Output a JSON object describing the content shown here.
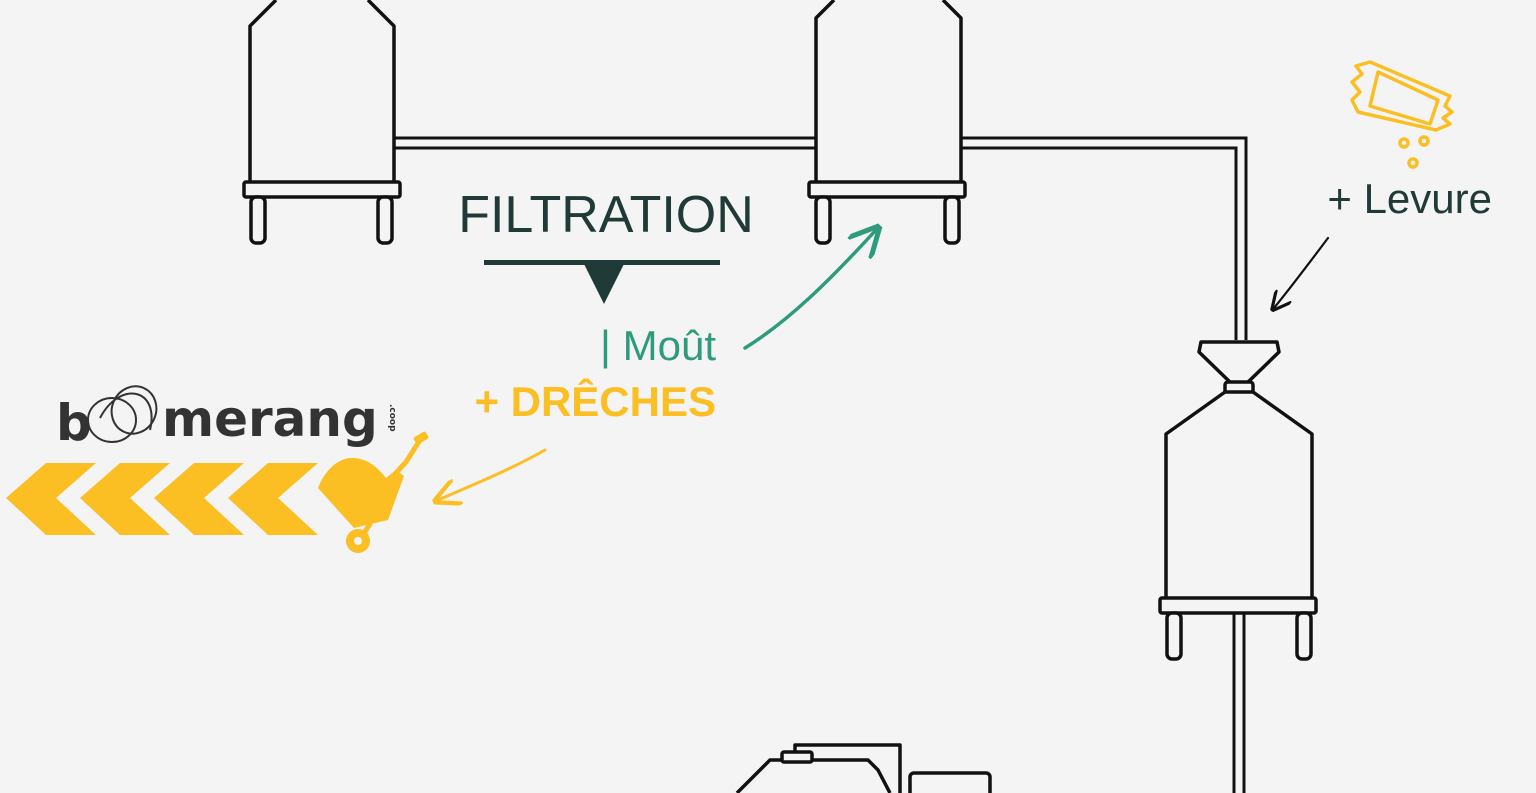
{
  "labels": {
    "filtration": "FILTRATION",
    "mout": "| Moût",
    "dreches": "+ DRÊCHES",
    "levure": "+ Levure"
  },
  "logo": {
    "prefix": "b",
    "suffix": "merang",
    "tld": ".coop"
  },
  "icons": {
    "tank": "tank-icon",
    "yeast": "yeast-packet-icon",
    "wheelbarrow": "wheelbarrow-icon",
    "chevrons": "chevron-left-icon"
  },
  "colors": {
    "background": "#f4f4f4",
    "line": "#111111",
    "text_dark": "#1f3a37",
    "mout": "#2e9b7c",
    "dreches": "#fbbf24"
  }
}
